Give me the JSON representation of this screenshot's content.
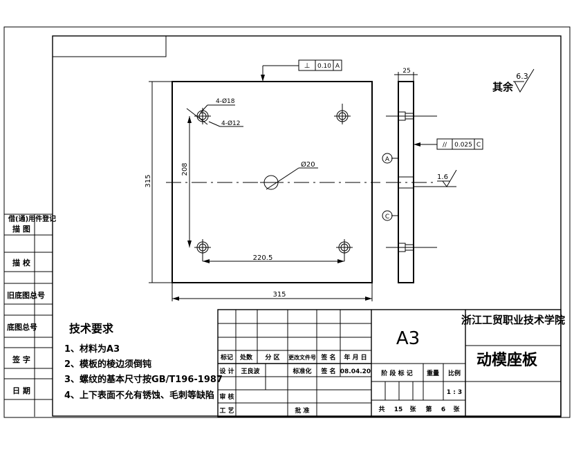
{
  "drawing": {
    "dims": {
      "height_left": "315",
      "width_bottom": "315",
      "hole_spacing_v": "208",
      "hole_spacing_h": "220.5",
      "side_thickness": "25",
      "center_hole": "Ø20",
      "hole_outer": "4-Ø18",
      "hole_inner": "4-Ø12"
    },
    "tolerances": {
      "perpendicularity": {
        "symbol": "⊥",
        "value": "0.10",
        "datum": "A"
      },
      "parallelism": {
        "symbol": "//",
        "value": "0.025",
        "datum": "C"
      }
    },
    "datums": {
      "a": "A",
      "c": "C"
    },
    "roughness": {
      "rest_label": "其余",
      "rest_value": "6.3",
      "face_value": "1.6"
    }
  },
  "notes": {
    "title": "技术要求",
    "items": [
      "1、材料为A3",
      "2、模板的棱边须倒钝",
      "3、螺纹的基本尺寸按GB/T196-1987",
      "4、上下表面不允有锈蚀、毛刺等缺陷"
    ]
  },
  "side_column": {
    "items": [
      "借(通)用件登记",
      "描 图",
      "描 校",
      "旧底图总号",
      "底图总号",
      "签 字",
      "日 期"
    ]
  },
  "title_block": {
    "material": "A3",
    "school": "浙江工贸职业技术学院",
    "part_name": "动模座板",
    "header_row": [
      "标记",
      "处数",
      "分 区",
      "更改文件号",
      "签 名",
      "年 月 日"
    ],
    "design_label": "设 计",
    "designer": "王良波",
    "standard_label": "标准化",
    "sign_label": "签 名",
    "date": "08.04.20",
    "review_label": "审 核",
    "process_label": "工 艺",
    "approve_label": "批 准",
    "stage_label": "阶 段 标 记",
    "weight_label": "重量",
    "scale_label": "比例",
    "scale": "1 : 3",
    "sheets_total_label": "共",
    "sheets_total": "15",
    "sheet_unit": "张",
    "sheet_no_label": "第",
    "sheet_no": "6"
  }
}
